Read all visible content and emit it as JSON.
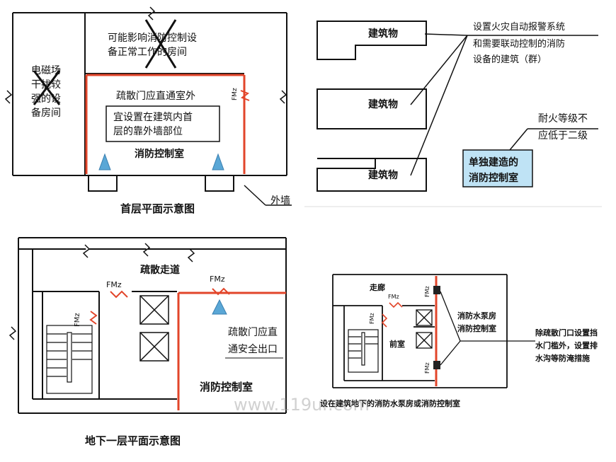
{
  "panel_a": {
    "room_top": "可能影响消防控制设备正常工作的房间",
    "room_top_l1": "可能影响消防控制设",
    "room_top_l2": "备正常工作的房间",
    "room_left_l1": "电磁场",
    "room_left_l2": "干扰较",
    "room_left_l3": "强的设",
    "room_left_l4": "备房间",
    "door_note_l1": "疏散门应直通室外",
    "door_note_l2": "宜设置在建筑内首",
    "door_note_l3": "层的靠外墙部位",
    "control_room": "消防控制室",
    "fm": "FMz",
    "outer_wall": "外墙",
    "caption": "首层平面示意图"
  },
  "panel_b": {
    "building": "建筑物",
    "note_l1": "设置火灾自动报警系统",
    "note_l2": "和需要联动控制的消防",
    "note_l3": "设备的建筑（群）",
    "fire_l1": "耐火等级不",
    "fire_l2": "应低于二级",
    "box_l1": "单独建造的",
    "box_l2": "消防控制室"
  },
  "panel_c": {
    "corridor": "疏散走道",
    "fm": "FMz",
    "exit_l1": "疏散门应直",
    "exit_l2": "通安全出口",
    "control_room": "消防控制室",
    "caption": "地下一层平面示意图"
  },
  "panel_d": {
    "corridor": "走廊",
    "front_room": "前室",
    "fm": "FMz",
    "rooms_l1": "消防水泵房",
    "rooms_l2": "消防控制室",
    "note_l1": "除疏散门口设置挡",
    "note_l2": "水门槛外，设置排",
    "note_l3": "水沟等防淹措施",
    "caption": "设在建筑地下的消防水泵房或消防控制室"
  },
  "watermark": "www.119ur.com",
  "colors": {
    "wall": "#111111",
    "fire_wall": "#e2452a",
    "highlight_box": "#bfe3f5",
    "arrow": "#5aa7d6"
  }
}
